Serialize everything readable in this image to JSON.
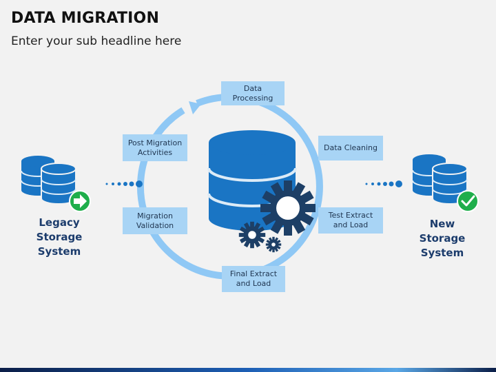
{
  "title": "DATA MIGRATION",
  "subtitle": "Enter your sub headline here",
  "stages": {
    "data_processing": "Data Processing",
    "data_cleaning": "Data Cleaning",
    "test_extract_load": "Test Extract and Load",
    "final_extract_load": "Final Extract and Load",
    "migration_validation": "Migration Validation",
    "post_migration": "Post Migration Activities"
  },
  "legacy": {
    "label": "Legacy Storage System",
    "badge_icon": "arrow-right-icon"
  },
  "target": {
    "label": "New Storage System",
    "badge_icon": "check-icon"
  },
  "colors": {
    "db_blue": "#1a75c4",
    "db_stripe": "#dcebf7",
    "ring": "#8fc8f5",
    "stage_box": "#a8d4f5",
    "gear_navy": "#1d3f66",
    "label_navy": "#1c3c6c",
    "badge_green": "#1fae4b"
  }
}
